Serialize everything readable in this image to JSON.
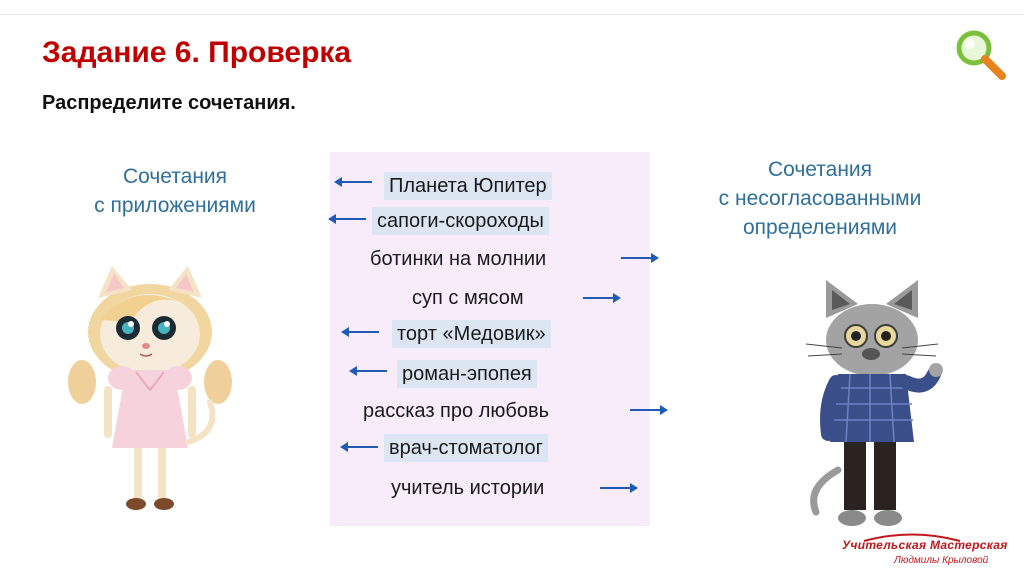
{
  "slide": {
    "title": "Задание 6. Проверка",
    "subtitle": "Распределите сочетания."
  },
  "groups": {
    "left_header": [
      "Сочетания",
      "с приложениями"
    ],
    "right_header": [
      "Сочетания",
      "с несогласованными",
      "определениями"
    ]
  },
  "items": [
    {
      "text": "Планета Юпитер",
      "group": "left",
      "highlighted": true
    },
    {
      "text": "сапоги-скороходы",
      "group": "left",
      "highlighted": true
    },
    {
      "text": "ботинки на молнии",
      "group": "right",
      "highlighted": false
    },
    {
      "text": "суп с мясом",
      "group": "right",
      "highlighted": false
    },
    {
      "text": "торт «Медовик»",
      "group": "left",
      "highlighted": true
    },
    {
      "text": "роман-эпопея",
      "group": "left",
      "highlighted": true
    },
    {
      "text": "рассказ про любовь",
      "group": "right",
      "highlighted": false
    },
    {
      "text": "врач-стоматолог",
      "group": "left",
      "highlighted": true
    },
    {
      "text": "учитель истории",
      "group": "right",
      "highlighted": false
    }
  ],
  "logo": {
    "line1": "Учительская Мастерская",
    "line2": "Людмилы Крыловой"
  },
  "colors": {
    "title": "#c00000",
    "header": "#2f6f9a",
    "arrow": "#1f5bb5",
    "highlight": "#dbe6f2",
    "panel": "#f8ecfb"
  },
  "icons": [
    "magnifier-icon",
    "girl-cat-illustration",
    "boy-cat-illustration"
  ]
}
